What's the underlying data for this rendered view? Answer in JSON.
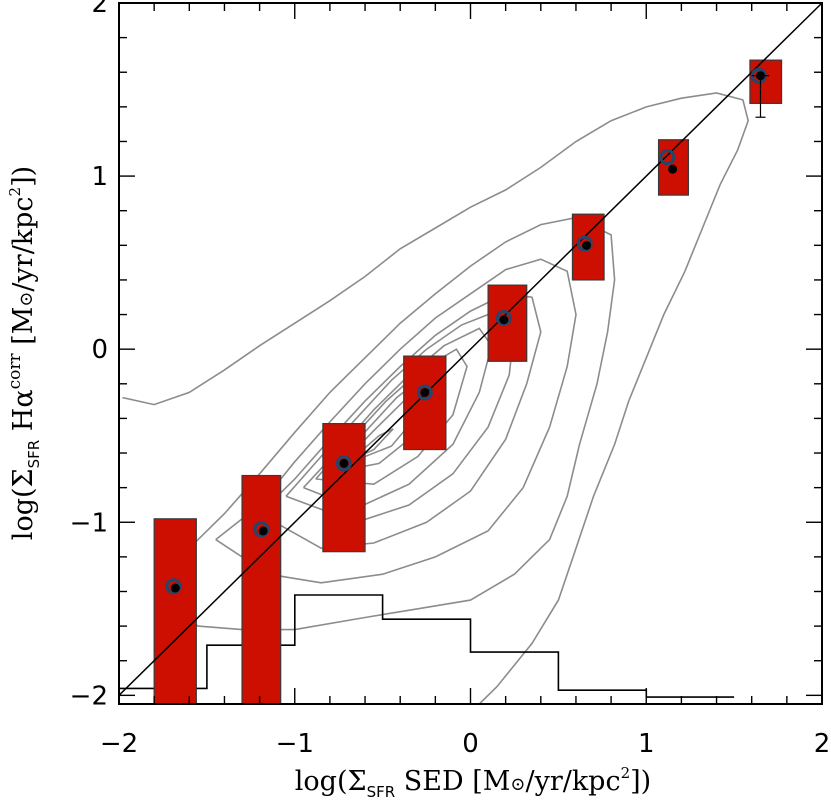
{
  "chart_data": {
    "type": "scatter",
    "xlabel": {
      "main": "log(Σ",
      "sub": "SFR",
      "rest": " SED [M",
      "sun": "⊙",
      "rest2": "/yr/kpc",
      "sup": "2",
      "end": "])"
    },
    "ylabel": {
      "main": "log(Σ",
      "sub": "SFR",
      "mid": " Hα",
      "sup1": "corr",
      "rest": " [M",
      "sun": "⊙",
      "rest2": "/yr/kpc",
      "sup2": "2",
      "end": "])"
    },
    "xlim": [
      -2,
      2
    ],
    "ylim": [
      -2.05,
      2
    ],
    "x_ticks": [
      -2,
      -1,
      0,
      1,
      2
    ],
    "x_tick_labels": [
      "−2",
      "−1",
      "0",
      "1",
      "2"
    ],
    "y_ticks": [
      -2,
      -1,
      0,
      1,
      2
    ],
    "y_tick_labels": [
      "−2",
      "−1",
      "0",
      "1",
      "2"
    ],
    "one_to_one_line": {
      "x": [
        -2,
        2
      ],
      "y": [
        -2,
        2
      ]
    },
    "boxes": [
      {
        "x": -1.7,
        "x0": -1.8,
        "x1": -1.56,
        "y0": -2.05,
        "y1": -0.98
      },
      {
        "x": -1.2,
        "x0": -1.3,
        "x1": -1.08,
        "y0": -2.05,
        "y1": -0.73
      },
      {
        "x": -0.73,
        "x0": -0.84,
        "x1": -0.6,
        "y0": -1.17,
        "y1": -0.43
      },
      {
        "x": -0.27,
        "x0": -0.38,
        "x1": -0.14,
        "y0": -0.58,
        "y1": -0.04
      },
      {
        "x": 0.18,
        "x0": 0.1,
        "x1": 0.32,
        "y0": -0.07,
        "y1": 0.37
      },
      {
        "x": 0.64,
        "x0": 0.58,
        "x1": 0.76,
        "y0": 0.4,
        "y1": 0.78
      },
      {
        "x": 1.13,
        "x0": 1.07,
        "x1": 1.24,
        "y0": 0.89,
        "y1": 1.21
      },
      {
        "x": 1.65,
        "x0": 1.59,
        "x1": 1.77,
        "y0": 1.42,
        "y1": 1.67
      }
    ],
    "median_points": [
      {
        "x": -1.69,
        "y": -1.37
      },
      {
        "x": -1.19,
        "y": -1.04
      },
      {
        "x": -0.72,
        "y": -0.66
      },
      {
        "x": -0.26,
        "y": -0.25
      },
      {
        "x": 0.19,
        "y": 0.18
      },
      {
        "x": 0.65,
        "y": 0.61
      },
      {
        "x": 1.12,
        "y": 1.11
      },
      {
        "x": 1.64,
        "y": 1.58
      }
    ],
    "mean_points": [
      {
        "x": -1.68,
        "y": -1.38
      },
      {
        "x": -1.18,
        "y": -1.05
      },
      {
        "x": -0.72,
        "y": -0.66
      },
      {
        "x": -0.26,
        "y": -0.25
      },
      {
        "x": 0.19,
        "y": 0.17
      },
      {
        "x": 0.66,
        "y": 0.6
      },
      {
        "x": 1.15,
        "y": 1.04
      },
      {
        "x": 1.65,
        "y": 1.58,
        "err_low": 1.34,
        "err_high": 1.58,
        "xerr": 0.05
      }
    ],
    "histogram": {
      "edges": [
        -2.0,
        -1.5,
        -1.0,
        -0.5,
        0.0,
        0.5,
        1.0,
        1.5
      ],
      "levels": [
        -1.96,
        -1.71,
        -1.42,
        -1.56,
        -1.75,
        -1.97,
        -2.01
      ]
    },
    "contours": [
      [
        [
          -1.98,
          -0.28
        ],
        [
          -1.8,
          -0.32
        ],
        [
          -1.6,
          -0.25
        ],
        [
          -1.4,
          -0.12
        ],
        [
          -1.2,
          0.02
        ],
        [
          -1.0,
          0.15
        ],
        [
          -0.8,
          0.28
        ],
        [
          -0.6,
          0.42
        ],
        [
          -0.4,
          0.58
        ],
        [
          -0.2,
          0.7
        ],
        [
          0.0,
          0.82
        ],
        [
          0.2,
          0.92
        ],
        [
          0.4,
          1.05
        ],
        [
          0.6,
          1.2
        ],
        [
          0.8,
          1.32
        ],
        [
          1.0,
          1.4
        ],
        [
          1.2,
          1.45
        ],
        [
          1.4,
          1.48
        ],
        [
          1.55,
          1.44
        ],
        [
          1.58,
          1.32
        ],
        [
          1.52,
          1.15
        ],
        [
          1.42,
          0.95
        ],
        [
          1.32,
          0.7
        ],
        [
          1.22,
          0.45
        ],
        [
          1.1,
          0.2
        ],
        [
          1.0,
          -0.05
        ],
        [
          0.9,
          -0.3
        ],
        [
          0.82,
          -0.55
        ],
        [
          0.7,
          -0.85
        ],
        [
          0.6,
          -1.15
        ],
        [
          0.5,
          -1.45
        ],
        [
          0.35,
          -1.7
        ],
        [
          0.15,
          -1.95
        ],
        [
          0.05,
          -2.05
        ]
      ],
      [
        [
          -1.78,
          -1.45
        ],
        [
          -1.6,
          -1.15
        ],
        [
          -1.4,
          -0.95
        ],
        [
          -1.2,
          -0.72
        ],
        [
          -1.0,
          -0.48
        ],
        [
          -0.8,
          -0.25
        ],
        [
          -0.6,
          -0.05
        ],
        [
          -0.4,
          0.15
        ],
        [
          -0.2,
          0.32
        ],
        [
          0.0,
          0.48
        ],
        [
          0.2,
          0.62
        ],
        [
          0.4,
          0.72
        ],
        [
          0.6,
          0.76
        ],
        [
          0.8,
          0.66
        ],
        [
          0.82,
          0.4
        ],
        [
          0.78,
          0.1
        ],
        [
          0.72,
          -0.2
        ],
        [
          0.62,
          -0.55
        ],
        [
          0.55,
          -0.85
        ],
        [
          0.45,
          -1.1
        ],
        [
          0.25,
          -1.3
        ],
        [
          0.0,
          -1.45
        ],
        [
          -0.3,
          -1.5
        ],
        [
          -0.6,
          -1.55
        ],
        [
          -1.0,
          -1.62
        ],
        [
          -1.3,
          -1.62
        ],
        [
          -1.55,
          -1.6
        ],
        [
          -1.78,
          -1.45
        ]
      ],
      [
        [
          -1.45,
          -1.1
        ],
        [
          -1.2,
          -0.9
        ],
        [
          -1.0,
          -0.65
        ],
        [
          -0.8,
          -0.42
        ],
        [
          -0.6,
          -0.2
        ],
        [
          -0.4,
          0.0
        ],
        [
          -0.2,
          0.18
        ],
        [
          0.0,
          0.32
        ],
        [
          0.2,
          0.46
        ],
        [
          0.4,
          0.52
        ],
        [
          0.55,
          0.45
        ],
        [
          0.6,
          0.2
        ],
        [
          0.55,
          -0.1
        ],
        [
          0.45,
          -0.45
        ],
        [
          0.3,
          -0.8
        ],
        [
          0.1,
          -1.05
        ],
        [
          -0.2,
          -1.2
        ],
        [
          -0.5,
          -1.3
        ],
        [
          -0.85,
          -1.35
        ],
        [
          -1.15,
          -1.3
        ],
        [
          -1.45,
          -1.1
        ]
      ],
      [
        [
          -1.2,
          -0.95
        ],
        [
          -1.0,
          -0.75
        ],
        [
          -0.8,
          -0.52
        ],
        [
          -0.6,
          -0.3
        ],
        [
          -0.4,
          -0.1
        ],
        [
          -0.2,
          0.08
        ],
        [
          0.0,
          0.22
        ],
        [
          0.2,
          0.32
        ],
        [
          0.35,
          0.3
        ],
        [
          0.4,
          0.1
        ],
        [
          0.32,
          -0.2
        ],
        [
          0.2,
          -0.52
        ],
        [
          0.0,
          -0.82
        ],
        [
          -0.25,
          -1.0
        ],
        [
          -0.55,
          -1.12
        ],
        [
          -0.85,
          -1.15
        ],
        [
          -1.2,
          -0.95
        ]
      ],
      [
        [
          -1.05,
          -0.85
        ],
        [
          -0.85,
          -0.62
        ],
        [
          -0.65,
          -0.4
        ],
        [
          -0.45,
          -0.18
        ],
        [
          -0.25,
          0.0
        ],
        [
          -0.05,
          0.14
        ],
        [
          0.15,
          0.22
        ],
        [
          0.25,
          0.12
        ],
        [
          0.22,
          -0.15
        ],
        [
          0.1,
          -0.45
        ],
        [
          -0.1,
          -0.72
        ],
        [
          -0.35,
          -0.9
        ],
        [
          -0.65,
          -1.0
        ],
        [
          -1.05,
          -0.85
        ]
      ],
      [
        [
          -0.95,
          -0.8
        ],
        [
          -0.75,
          -0.58
        ],
        [
          -0.55,
          -0.35
        ],
        [
          -0.35,
          -0.15
        ],
        [
          -0.15,
          0.02
        ],
        [
          0.05,
          0.12
        ],
        [
          0.12,
          0.02
        ],
        [
          0.05,
          -0.25
        ],
        [
          -0.1,
          -0.55
        ],
        [
          -0.35,
          -0.78
        ],
        [
          -0.65,
          -0.92
        ],
        [
          -0.95,
          -0.8
        ]
      ],
      [
        [
          -0.88,
          -0.75
        ],
        [
          -0.68,
          -0.52
        ],
        [
          -0.48,
          -0.3
        ],
        [
          -0.28,
          -0.12
        ],
        [
          -0.08,
          0.0
        ],
        [
          -0.02,
          -0.1
        ],
        [
          -0.1,
          -0.38
        ],
        [
          -0.3,
          -0.62
        ],
        [
          -0.55,
          -0.78
        ],
        [
          -0.88,
          -0.75
        ]
      ],
      [
        [
          -0.82,
          -0.72
        ],
        [
          -0.62,
          -0.5
        ],
        [
          -0.42,
          -0.28
        ],
        [
          -0.22,
          -0.12
        ],
        [
          -0.16,
          -0.24
        ],
        [
          -0.3,
          -0.48
        ],
        [
          -0.52,
          -0.66
        ],
        [
          -0.82,
          -0.72
        ]
      ],
      [
        [
          -0.75,
          -0.68
        ],
        [
          -0.56,
          -0.48
        ],
        [
          -0.38,
          -0.3
        ],
        [
          -0.3,
          -0.38
        ],
        [
          -0.45,
          -0.56
        ],
        [
          -0.75,
          -0.68
        ]
      ],
      [
        [
          -0.68,
          -0.64
        ],
        [
          -0.52,
          -0.5
        ],
        [
          -0.44,
          -0.46
        ],
        [
          -0.55,
          -0.58
        ],
        [
          -0.68,
          -0.64
        ]
      ]
    ],
    "colors": {
      "box_fill": "#cc0f00",
      "box_edge": "#3a3a3a",
      "contour": "#8c8c8c",
      "median_ring": "#23466c",
      "mean_dot": "#000000",
      "line": "#000000"
    }
  }
}
